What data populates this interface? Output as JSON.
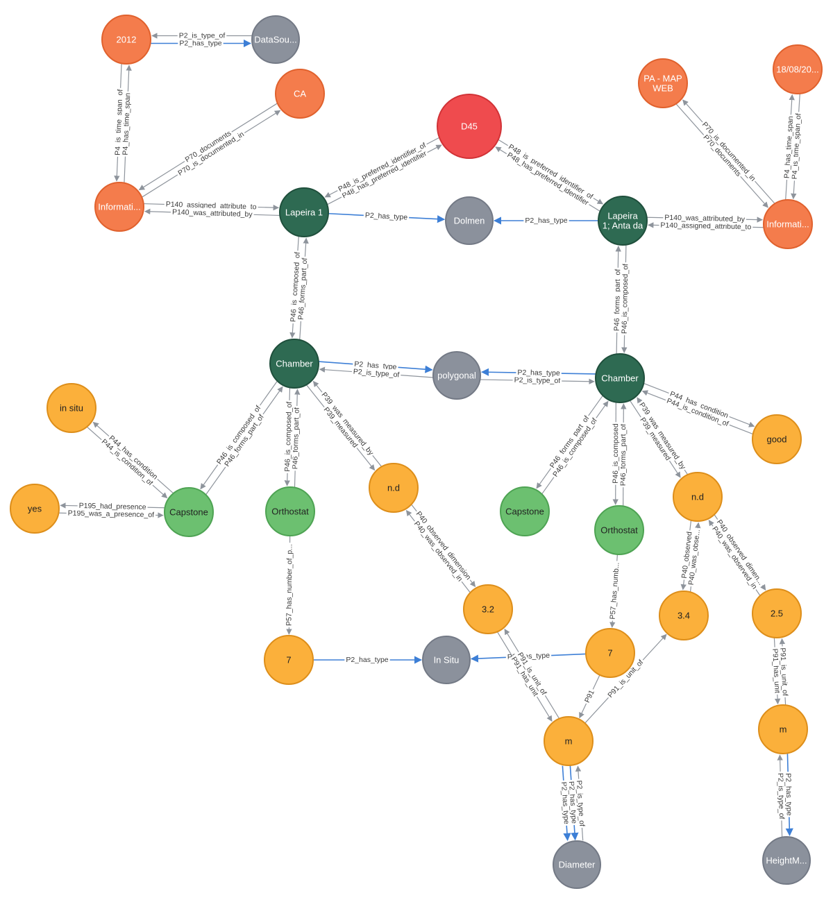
{
  "palette": {
    "red": {
      "fill": "#ef4b4e",
      "stroke": "#d13236"
    },
    "orange": {
      "fill": "#f47c4c",
      "stroke": "#e0612d"
    },
    "darkgreen": {
      "fill": "#2e6a52",
      "stroke": "#1f4f3c"
    },
    "lightgreen": {
      "fill": "#6cc070",
      "stroke": "#4ea353"
    },
    "yellow": {
      "fill": "#fbb03b",
      "stroke": "#dd8e1a"
    },
    "gray": {
      "fill": "#8b919c",
      "stroke": "#737985"
    },
    "edge_gray": "#8e949c",
    "edge_blue": "#3d7fd6"
  },
  "nodes": [
    {
      "id": "n2012",
      "label": "2012",
      "color": "orange"
    },
    {
      "id": "ds",
      "label": "DataSou...",
      "color": "gray"
    },
    {
      "id": "ca",
      "label": "CA",
      "color": "orange"
    },
    {
      "id": "info1",
      "label": "Informati...",
      "color": "orange"
    },
    {
      "id": "d45",
      "label": "D45",
      "color": "red"
    },
    {
      "id": "lap1",
      "label": "Lapeira 1",
      "color": "darkgreen"
    },
    {
      "id": "dolmen",
      "label": "Dolmen",
      "color": "gray"
    },
    {
      "id": "lap2",
      "label": "Lapeira\n1; Anta da",
      "color": "darkgreen"
    },
    {
      "id": "pamap",
      "label": "PA - MAP\nWEB",
      "color": "orange"
    },
    {
      "id": "date",
      "label": "18/08/20...",
      "color": "orange"
    },
    {
      "id": "info2",
      "label": "Informati...",
      "color": "orange"
    },
    {
      "id": "ch1",
      "label": "Chamber",
      "color": "darkgreen"
    },
    {
      "id": "poly",
      "label": "polygonal",
      "color": "gray"
    },
    {
      "id": "ch2",
      "label": "Chamber",
      "color": "darkgreen"
    },
    {
      "id": "insitu",
      "label": "in situ",
      "color": "yellow"
    },
    {
      "id": "good",
      "label": "good",
      "color": "yellow"
    },
    {
      "id": "yes",
      "label": "yes",
      "color": "yellow"
    },
    {
      "id": "cap1",
      "label": "Capstone",
      "color": "lightgreen"
    },
    {
      "id": "ort1",
      "label": "Orthostat",
      "color": "lightgreen"
    },
    {
      "id": "nd1",
      "label": "n.d",
      "color": "yellow"
    },
    {
      "id": "cap2",
      "label": "Capstone",
      "color": "lightgreen"
    },
    {
      "id": "ort2",
      "label": "Orthostat",
      "color": "lightgreen"
    },
    {
      "id": "nd2",
      "label": "n.d",
      "color": "yellow"
    },
    {
      "id": "v32",
      "label": "3.2",
      "color": "yellow"
    },
    {
      "id": "v34",
      "label": "3.4",
      "color": "yellow"
    },
    {
      "id": "v25",
      "label": "2.5",
      "color": "yellow"
    },
    {
      "id": "seven1",
      "label": "7",
      "color": "yellow"
    },
    {
      "id": "insitu2",
      "label": "In Situ",
      "color": "gray"
    },
    {
      "id": "seven2",
      "label": "7",
      "color": "yellow"
    },
    {
      "id": "m1",
      "label": "m",
      "color": "yellow"
    },
    {
      "id": "m2",
      "label": "m",
      "color": "yellow"
    },
    {
      "id": "diam",
      "label": "Diameter",
      "color": "gray"
    },
    {
      "id": "height",
      "label": "HeightM...",
      "color": "gray"
    }
  ],
  "edges": [
    {
      "from": "n2012",
      "to": "ds",
      "label": "P2_has_type",
      "color": "blue"
    },
    {
      "from": "ds",
      "to": "n2012",
      "label": "P2_is_type_of",
      "color": "gray"
    },
    {
      "from": "n2012",
      "to": "info1",
      "label": "P4_is_time_span_of",
      "color": "gray"
    },
    {
      "from": "info1",
      "to": "n2012",
      "label": "P4_has_time_span",
      "color": "gray"
    },
    {
      "from": "info1",
      "to": "ca",
      "label": "P70_is_documented_in",
      "color": "gray"
    },
    {
      "from": "ca",
      "to": "info1",
      "label": "P70_documents",
      "color": "gray"
    },
    {
      "from": "info1",
      "to": "lap1",
      "label": "P140_assigned_attribute_to",
      "color": "gray"
    },
    {
      "from": "lap1",
      "to": "info1",
      "label": "P140_was_attributed_by",
      "color": "gray"
    },
    {
      "from": "lap1",
      "to": "d45",
      "label": "P48_has_preferred_identifier",
      "color": "gray"
    },
    {
      "from": "d45",
      "to": "lap1",
      "label": "P48_is_preferred_identifier_of",
      "color": "gray"
    },
    {
      "from": "lap1",
      "to": "dolmen",
      "label": "P2_has_type",
      "color": "blue"
    },
    {
      "from": "lap2",
      "to": "dolmen",
      "label": "P2_has_type",
      "color": "blue"
    },
    {
      "from": "d45",
      "to": "lap2",
      "label": "P48_is_preferred_identifier_of",
      "color": "gray"
    },
    {
      "from": "lap2",
      "to": "d45",
      "label": "P48_has_preferred_identifier",
      "color": "gray"
    },
    {
      "from": "info2",
      "to": "lap2",
      "label": "P140_assigned_attribute_to",
      "color": "gray"
    },
    {
      "from": "lap2",
      "to": "info2",
      "label": "P140_was_attributed_by",
      "color": "gray"
    },
    {
      "from": "pamap",
      "to": "info2",
      "label": "P70_documents",
      "color": "gray"
    },
    {
      "from": "info2",
      "to": "pamap",
      "label": "P70_is_documented_in",
      "color": "gray"
    },
    {
      "from": "date",
      "to": "info2",
      "label": "P4_is_time_span_of",
      "color": "gray"
    },
    {
      "from": "info2",
      "to": "date",
      "label": "P4_has_time_span",
      "color": "gray"
    },
    {
      "from": "lap1",
      "to": "ch1",
      "label": "P46_is_composed_of",
      "color": "gray"
    },
    {
      "from": "ch1",
      "to": "lap1",
      "label": "P46_forms_part_of",
      "color": "gray"
    },
    {
      "from": "ch2",
      "to": "lap2",
      "label": "P46_forms_part_of",
      "color": "gray"
    },
    {
      "from": "lap2",
      "to": "ch2",
      "label": "P46_is_composed_of",
      "color": "gray"
    },
    {
      "from": "ch1",
      "to": "poly",
      "label": "P2_has_type",
      "color": "blue"
    },
    {
      "from": "poly",
      "to": "ch1",
      "label": "P2_is_type_of",
      "color": "gray"
    },
    {
      "from": "poly",
      "to": "ch2",
      "label": "P2_is_type_of",
      "color": "gray"
    },
    {
      "from": "ch2",
      "to": "poly",
      "label": "P2_has_type",
      "color": "blue"
    },
    {
      "from": "ch2",
      "to": "good",
      "label": "P44_has_condition",
      "color": "gray"
    },
    {
      "from": "good",
      "to": "ch2",
      "label": "P44_is_condition_of",
      "color": "gray"
    },
    {
      "from": "insitu",
      "to": "cap1",
      "label": "P44_is_condition_of",
      "color": "gray"
    },
    {
      "from": "cap1",
      "to": "insitu",
      "label": "P44_has_condition",
      "color": "gray"
    },
    {
      "from": "yes",
      "to": "cap1",
      "label": "P195_was_a_presence_of",
      "color": "gray"
    },
    {
      "from": "cap1",
      "to": "yes",
      "label": "P195_had_presence",
      "color": "gray"
    },
    {
      "from": "ch1",
      "to": "cap1",
      "label": "P46_is_composed_of",
      "color": "gray"
    },
    {
      "from": "cap1",
      "to": "ch1",
      "label": "P46_forms_part_of",
      "color": "gray"
    },
    {
      "from": "ort1",
      "to": "ch1",
      "label": "P46_forms_part_of",
      "color": "gray"
    },
    {
      "from": "ch1",
      "to": "ort1",
      "label": "P46_is_composed_of",
      "color": "gray"
    },
    {
      "from": "nd1",
      "to": "ch1",
      "label": "P39_was_measured_by",
      "color": "gray"
    },
    {
      "from": "ch1",
      "to": "nd1",
      "label": "P39_measured",
      "color": "gray"
    },
    {
      "from": "ch2",
      "to": "cap2",
      "label": "P46_forms_part_of",
      "color": "gray"
    },
    {
      "from": "cap2",
      "to": "ch2",
      "label": "P46_is_composed_of",
      "color": "gray"
    },
    {
      "from": "ort2",
      "to": "ch2",
      "label": "P46_forms_part_of",
      "color": "gray"
    },
    {
      "from": "ch2",
      "to": "ort2",
      "label": "P46_is_composed",
      "color": "gray"
    },
    {
      "from": "nd2",
      "to": "ch2",
      "label": "P39_was_measured_by",
      "color": "gray"
    },
    {
      "from": "ch2",
      "to": "nd2",
      "label": "P39_measured",
      "color": "gray"
    },
    {
      "from": "nd1",
      "to": "v32",
      "label": "P40_observed_dimension",
      "color": "gray"
    },
    {
      "from": "v32",
      "to": "nd1",
      "label": "P40_was_observed_in",
      "color": "gray"
    },
    {
      "from": "v34",
      "to": "nd2",
      "label": "P40_was_obse...",
      "color": "gray"
    },
    {
      "from": "nd2",
      "to": "v34",
      "label": "P40_observed",
      "color": "gray"
    },
    {
      "from": "nd2",
      "to": "v25",
      "label": "P40_observed_dimen...",
      "color": "gray"
    },
    {
      "from": "v25",
      "to": "nd2",
      "label": "P40_was_observed_in",
      "color": "gray"
    },
    {
      "from": "ort1",
      "to": "seven1",
      "label": "P57_has_number_of_p...",
      "color": "gray"
    },
    {
      "from": "ort2",
      "to": "seven2",
      "label": "P57_has_numb...",
      "color": "gray"
    },
    {
      "from": "seven1",
      "to": "insitu2",
      "label": "P2_has_type",
      "color": "blue"
    },
    {
      "from": "seven2",
      "to": "insitu2",
      "label": "P2_has_type",
      "color": "blue"
    },
    {
      "from": "v32",
      "to": "m1",
      "label": "P91_has_unit",
      "color": "gray"
    },
    {
      "from": "m1",
      "to": "v32",
      "label": "P91_is_unit_of",
      "color": "gray"
    },
    {
      "from": "seven2",
      "to": "m1",
      "label": "P91",
      "color": "gray"
    },
    {
      "from": "m1",
      "to": "v34",
      "label": "P91_is_unit_of",
      "color": "gray"
    },
    {
      "from": "m1",
      "to": "diam",
      "label": "P2_has_type",
      "color": "blue"
    },
    {
      "from": "m1",
      "to": "diam",
      "label": "P2_has_type",
      "color": "blue"
    },
    {
      "from": "diam",
      "to": "m1",
      "label": "P2_is_type_of",
      "color": "gray"
    },
    {
      "from": "v25",
      "to": "m2",
      "label": "P91_has_unit",
      "color": "gray"
    },
    {
      "from": "m2",
      "to": "v25",
      "label": "P91_is_unit_of",
      "color": "gray"
    },
    {
      "from": "height",
      "to": "m2",
      "label": "P2_is_type_of",
      "color": "gray"
    },
    {
      "from": "m2",
      "to": "height",
      "label": "P2_has_type",
      "color": "blue"
    }
  ]
}
